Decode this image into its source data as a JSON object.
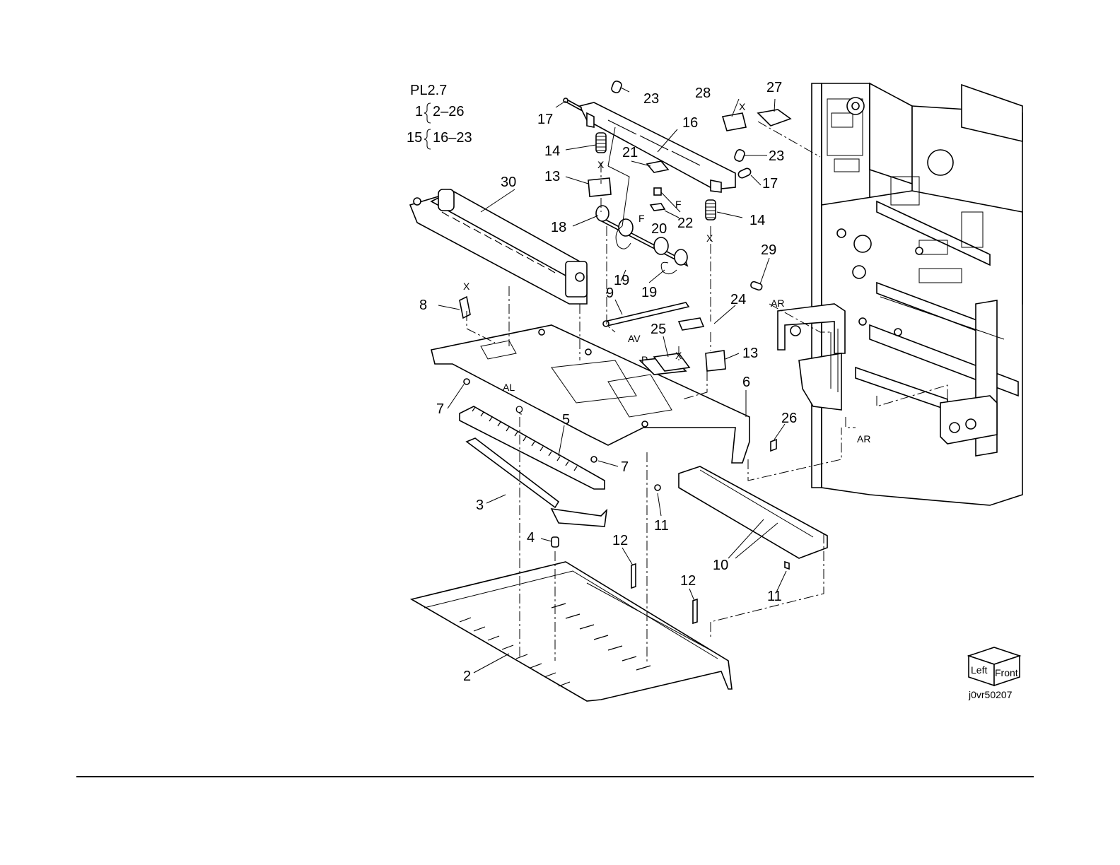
{
  "header": {
    "plate": "PL2.7",
    "group_1_parent": "1",
    "group_1_range": "2–26",
    "group_2_parent": "15",
    "group_2_range": "16–23"
  },
  "callouts": {
    "c2": "2",
    "c3": "3",
    "c4": "4",
    "c5": "5",
    "c6": "6",
    "c7a": "7",
    "c7b": "7",
    "c8": "8",
    "c9": "9",
    "c10": "10",
    "c11a": "11",
    "c11b": "11",
    "c12a": "12",
    "c12b": "12",
    "c13a": "13",
    "c13b": "13",
    "c14a": "14",
    "c14b": "14",
    "c16": "16",
    "c17a": "17",
    "c17b": "17",
    "c18": "18",
    "c19a": "19",
    "c19b": "19",
    "c20": "20",
    "c21": "21",
    "c22": "22",
    "c23a": "23",
    "c23b": "23",
    "c24": "24",
    "c25": "25",
    "c26": "26",
    "c27": "27",
    "c28": "28",
    "c29": "29",
    "c30": "30"
  },
  "reference_letters": {
    "x1": "X",
    "x2": "X",
    "x3": "X",
    "x4": "X",
    "x5": "X",
    "f1": "F",
    "f2": "F",
    "al": "AL",
    "av": "AV",
    "ar1": "AR",
    "ar2": "AR",
    "p": "P",
    "q": "Q"
  },
  "orientation_cube": {
    "left": "Left",
    "front": "Front"
  },
  "figure_id": "j0vr50207"
}
